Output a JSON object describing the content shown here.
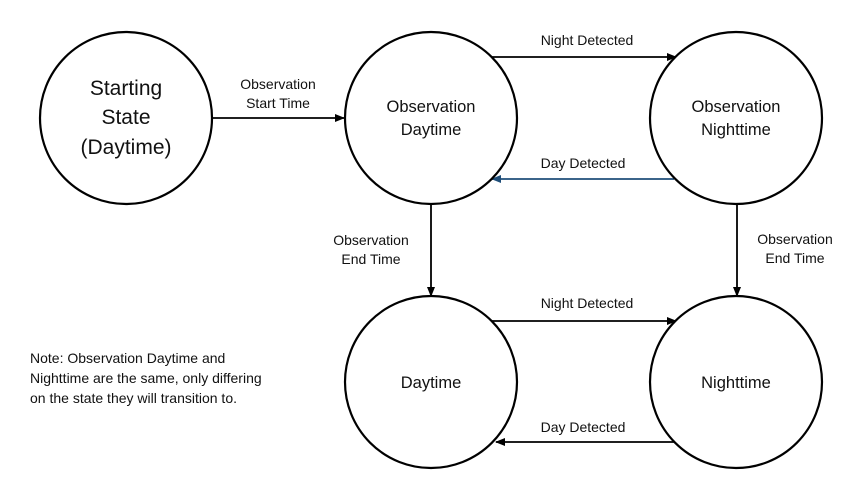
{
  "colors": {
    "default_edge": "#000000",
    "highlight_edge": "#1f4e79"
  },
  "states": [
    {
      "id": "starting",
      "lines": [
        "Starting",
        "State",
        "(Daytime)"
      ]
    },
    {
      "id": "obs_day",
      "lines": [
        "Observation",
        "Daytime"
      ]
    },
    {
      "id": "obs_night",
      "lines": [
        "Observation",
        "Nighttime"
      ]
    },
    {
      "id": "day",
      "lines": [
        "Daytime"
      ]
    },
    {
      "id": "night",
      "lines": [
        "Nighttime"
      ]
    }
  ],
  "transitions": [
    {
      "id": "start_to_obs_day",
      "from": "starting",
      "to": "obs_day",
      "label": [
        "Observation",
        "Start Time"
      ],
      "color": "#000000"
    },
    {
      "id": "obs_day_to_obs_night",
      "from": "obs_day",
      "to": "obs_night",
      "label": [
        "Night Detected"
      ],
      "color": "#000000"
    },
    {
      "id": "obs_night_to_obs_day",
      "from": "obs_night",
      "to": "obs_day",
      "label": [
        "Day Detected"
      ],
      "color": "#1f4e79"
    },
    {
      "id": "obs_day_to_day",
      "from": "obs_day",
      "to": "day",
      "label": [
        "Observation",
        "End Time"
      ],
      "color": "#000000"
    },
    {
      "id": "obs_night_to_night",
      "from": "obs_night",
      "to": "night",
      "label": [
        "Observation",
        "End Time"
      ],
      "color": "#000000"
    },
    {
      "id": "day_to_night",
      "from": "day",
      "to": "night",
      "label": [
        "Night Detected"
      ],
      "color": "#000000"
    },
    {
      "id": "night_to_day",
      "from": "night",
      "to": "day",
      "label": [
        "Day Detected"
      ],
      "color": "#000000"
    }
  ],
  "note": {
    "lines": [
      "Note: Observation Daytime and",
      "Nighttime are the same, only differing",
      "on the state they will transition to."
    ]
  }
}
